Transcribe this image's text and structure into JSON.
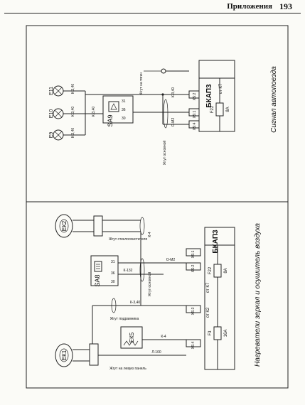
{
  "header": {
    "section": "Приложения",
    "page_number": "193"
  },
  "top_diagram": {
    "caption": "Сигнал автопоезда",
    "block": "БКАП3",
    "fuse": "F22",
    "fuse_rating": "8А",
    "relay": "от К7",
    "switch": "SA9",
    "lamps": [
      "E11",
      "E10",
      "E9"
    ],
    "harnesses": [
      "Жгут на тягач",
      "Жгут основной"
    ],
    "wires": [
      "К-3,40",
      "К-3,40",
      "К-3,40",
      "К-3,40",
      "К-3,40",
      "О-М2"
    ],
    "switch_pins": [
      "31",
      "36",
      "30"
    ],
    "connector_labels": [
      "ХS:2",
      "ХS:1",
      "ХS:4"
    ]
  },
  "bottom_diagram": {
    "caption": "Нагреватели зеркал и осушитель воздуха",
    "block": "БКАП3",
    "fuses": [
      "F22",
      "F3"
    ],
    "fuse_ratings": [
      "8А",
      "16А"
    ],
    "relays": [
      "от К7",
      "от К2"
    ],
    "switch": "SA8",
    "heaters": [
      "ЕК2",
      "ЕК1"
    ],
    "dryer": "ЕК5",
    "harnesses": [
      "Жгут стеклоочистителя",
      "Жгут основной",
      "Жгут подрамника",
      "Жгут на левую панель"
    ],
    "wires": [
      "К-4",
      "К-132",
      "К-3,40",
      "О-М2",
      "К-4",
      "Л-100"
    ],
    "switch_pins": [
      "31",
      "36",
      "30"
    ],
    "connector_labels": [
      "ХS:1",
      "ХS:2",
      "ХS:3",
      "ХS:4"
    ]
  }
}
